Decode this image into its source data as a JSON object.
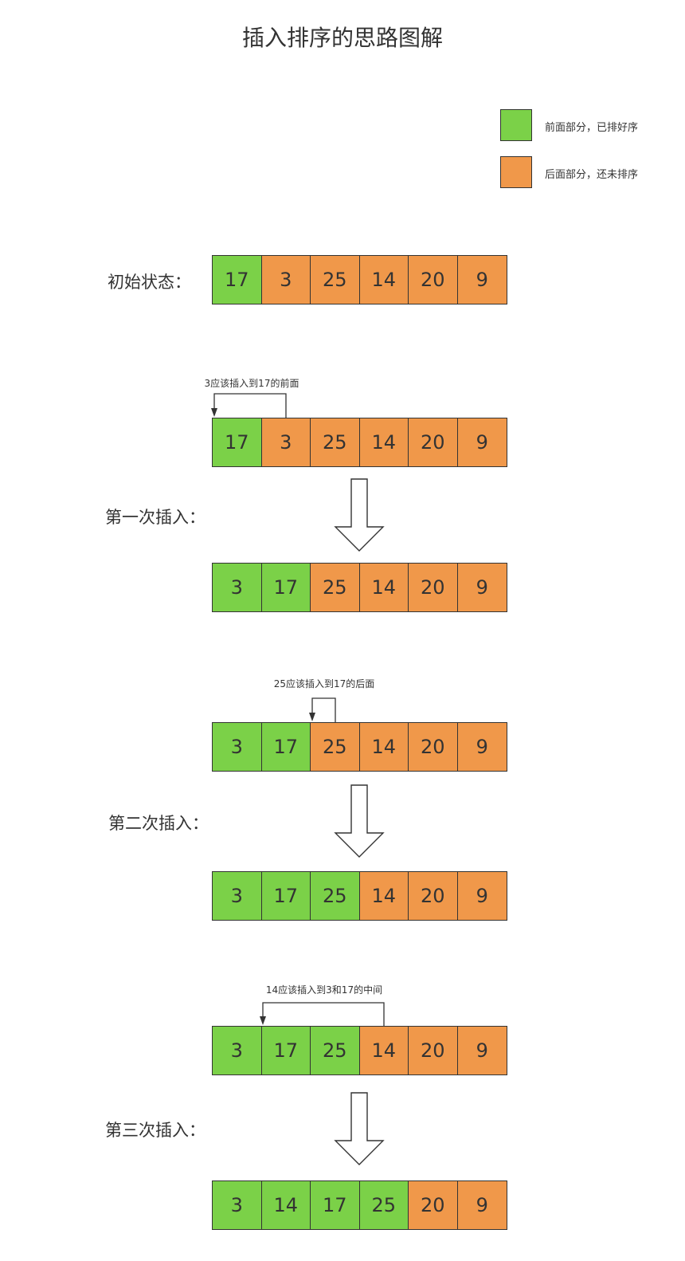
{
  "title": "插入排序的思路图解",
  "colors": {
    "sorted": "#7bd148",
    "unsorted": "#f0984a",
    "line": "#333333"
  },
  "legend": [
    {
      "label": "前面部分，已排好序",
      "color": "#7bd148"
    },
    {
      "label": "后面部分，还未排序",
      "color": "#f0984a"
    }
  ],
  "initial": {
    "label": "初始状态：",
    "values": [
      17,
      3,
      25,
      14,
      20,
      9
    ],
    "sorted_count": 1
  },
  "steps": [
    {
      "label": "第一次插入：",
      "note": "3应该插入到17的前面",
      "before": [
        17,
        3,
        25,
        14,
        20,
        9
      ],
      "before_sorted_count": 1,
      "after": [
        3,
        17,
        25,
        14,
        20,
        9
      ],
      "after_sorted_count": 2,
      "arrow_from_index": 1,
      "arrow_to_boundary": 0
    },
    {
      "label": "第二次插入：",
      "note": "25应该插入到17的后面",
      "before": [
        3,
        17,
        25,
        14,
        20,
        9
      ],
      "before_sorted_count": 2,
      "after": [
        3,
        17,
        25,
        14,
        20,
        9
      ],
      "after_sorted_count": 3,
      "arrow_from_index": 2,
      "arrow_to_boundary": 2
    },
    {
      "label": "第三次插入：",
      "note": "14应该插入到3和17的中间",
      "before": [
        3,
        17,
        25,
        14,
        20,
        9
      ],
      "before_sorted_count": 3,
      "after": [
        3,
        14,
        17,
        25,
        20,
        9
      ],
      "after_sorted_count": 4,
      "arrow_from_index": 3,
      "arrow_to_boundary": 1
    }
  ]
}
